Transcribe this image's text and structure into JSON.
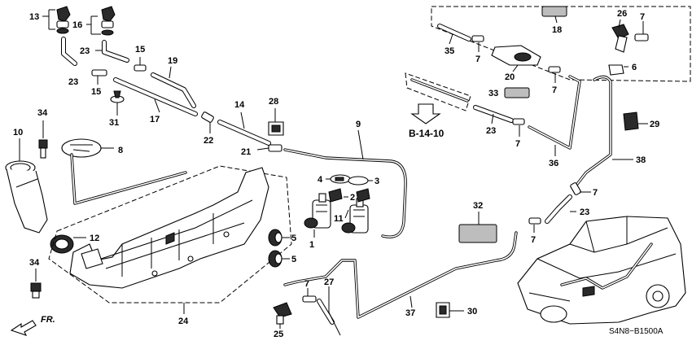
{
  "diagram": {
    "reference_label": "B-14-10",
    "drawing_code": "S4N8−B1500A",
    "direction_label": "FR.",
    "callouts": [
      {
        "id": "c1",
        "text": "1"
      },
      {
        "id": "c2",
        "text": "2"
      },
      {
        "id": "c3",
        "text": "3"
      },
      {
        "id": "c4",
        "text": "4"
      },
      {
        "id": "c5a",
        "text": "5"
      },
      {
        "id": "c5b",
        "text": "5"
      },
      {
        "id": "c6",
        "text": "6"
      },
      {
        "id": "c7a",
        "text": "7"
      },
      {
        "id": "c7b",
        "text": "7"
      },
      {
        "id": "c7c",
        "text": "7"
      },
      {
        "id": "c7d",
        "text": "7"
      },
      {
        "id": "c7e",
        "text": "7"
      },
      {
        "id": "c7f",
        "text": "7"
      },
      {
        "id": "c7g",
        "text": "7"
      },
      {
        "id": "c8",
        "text": "8"
      },
      {
        "id": "c9",
        "text": "9"
      },
      {
        "id": "c10",
        "text": "10"
      },
      {
        "id": "c11",
        "text": "11"
      },
      {
        "id": "c12",
        "text": "12"
      },
      {
        "id": "c13",
        "text": "13"
      },
      {
        "id": "c14",
        "text": "14"
      },
      {
        "id": "c15a",
        "text": "15"
      },
      {
        "id": "c15b",
        "text": "15"
      },
      {
        "id": "c16",
        "text": "16"
      },
      {
        "id": "c17",
        "text": "17"
      },
      {
        "id": "c18",
        "text": "18"
      },
      {
        "id": "c19",
        "text": "19"
      },
      {
        "id": "c20",
        "text": "20"
      },
      {
        "id": "c21",
        "text": "21"
      },
      {
        "id": "c22",
        "text": "22"
      },
      {
        "id": "c23a",
        "text": "23"
      },
      {
        "id": "c23b",
        "text": "23"
      },
      {
        "id": "c23c",
        "text": "23"
      },
      {
        "id": "c23d",
        "text": "23"
      },
      {
        "id": "c24",
        "text": "24"
      },
      {
        "id": "c25",
        "text": "25"
      },
      {
        "id": "c26",
        "text": "26"
      },
      {
        "id": "c27",
        "text": "27"
      },
      {
        "id": "c28",
        "text": "28"
      },
      {
        "id": "c29",
        "text": "29"
      },
      {
        "id": "c30",
        "text": "30"
      },
      {
        "id": "c31",
        "text": "31"
      },
      {
        "id": "c32",
        "text": "32"
      },
      {
        "id": "c33",
        "text": "33"
      },
      {
        "id": "c34a",
        "text": "34"
      },
      {
        "id": "c34b",
        "text": "34"
      },
      {
        "id": "c35",
        "text": "35"
      },
      {
        "id": "c36",
        "text": "36"
      },
      {
        "id": "c37",
        "text": "37"
      },
      {
        "id": "c38",
        "text": "38"
      }
    ]
  }
}
